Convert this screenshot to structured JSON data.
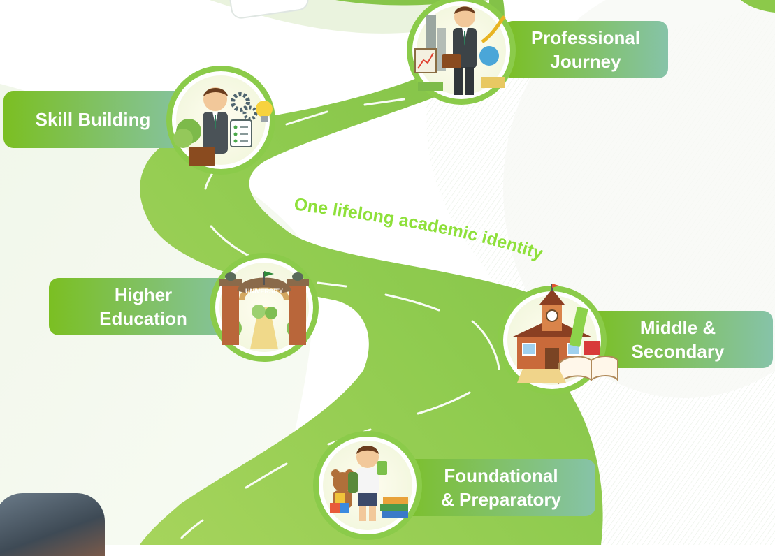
{
  "tagline": "One lifelong academic identity",
  "stages": [
    {
      "id": "professional",
      "label": "Professional\nJourney",
      "icon": "professional-journey-illustration"
    },
    {
      "id": "skill",
      "label": "Skill Building",
      "icon": "skill-building-illustration"
    },
    {
      "id": "higher",
      "label": "Higher\nEducation",
      "icon": "university-gate-illustration"
    },
    {
      "id": "middle",
      "label": "Middle &\nSecondary",
      "icon": "school-building-illustration"
    },
    {
      "id": "foundational",
      "label": "Foundational\n& Preparatory",
      "icon": "child-with-books-illustration"
    }
  ],
  "university_sign": "UNIVERSITY",
  "colors": {
    "road": "#8cc94a",
    "road_dark": "#6fb23a",
    "label_start": "#7bbf2a",
    "label_end": "#7fc1a4",
    "tagline": "#8ee03a",
    "ring": "#8bcb4a"
  }
}
